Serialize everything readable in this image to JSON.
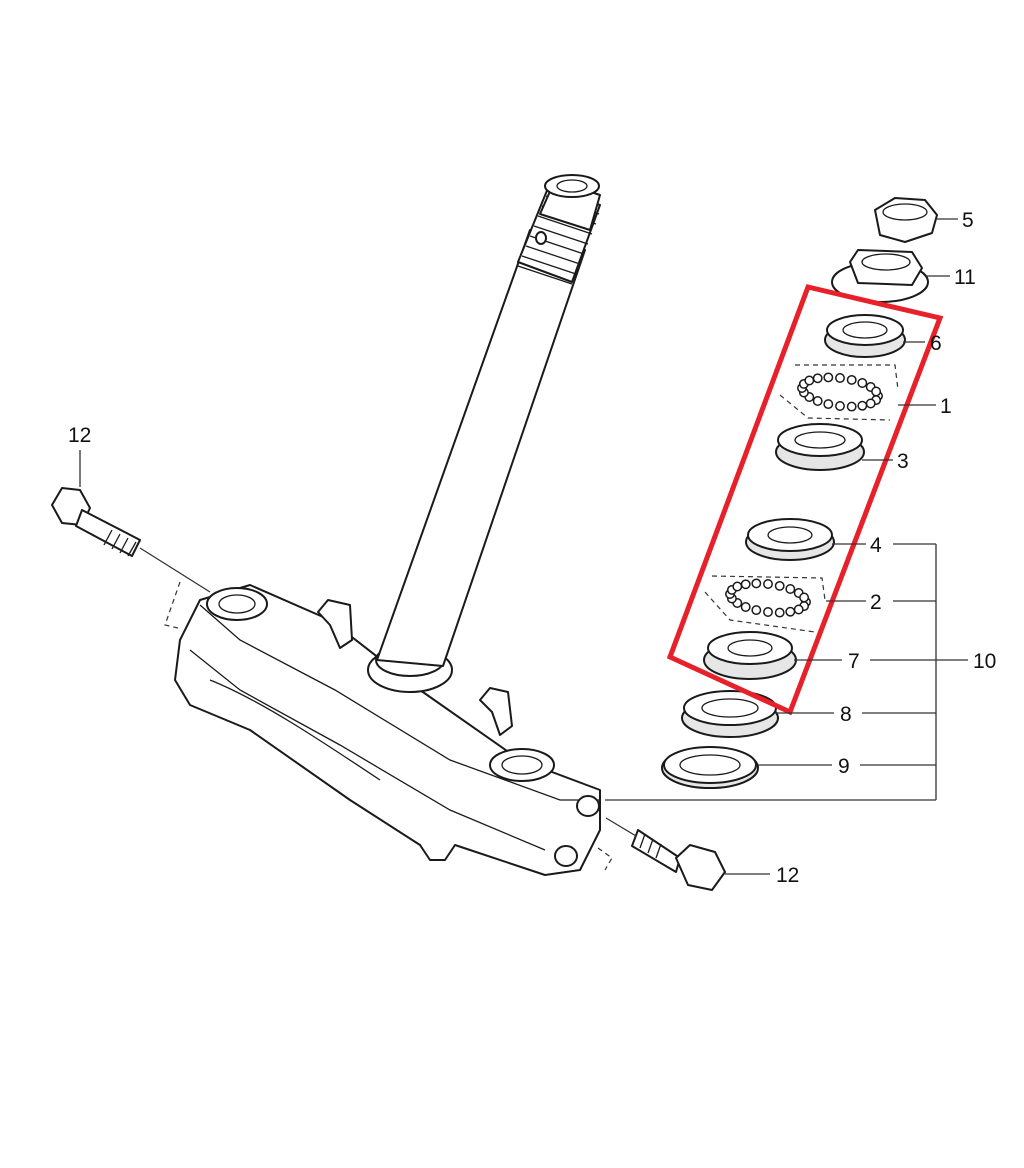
{
  "callouts": {
    "c1": "1",
    "c2": "2",
    "c3": "3",
    "c4": "4",
    "c5": "5",
    "c6": "6",
    "c7": "7",
    "c8": "8",
    "c9": "9",
    "c10": "10",
    "c11": "11",
    "c12_left": "12",
    "c12_right": "12"
  },
  "highlight": {
    "color": "#e8202a"
  },
  "colors": {
    "line": "#1a1a1a",
    "background": "#ffffff"
  }
}
